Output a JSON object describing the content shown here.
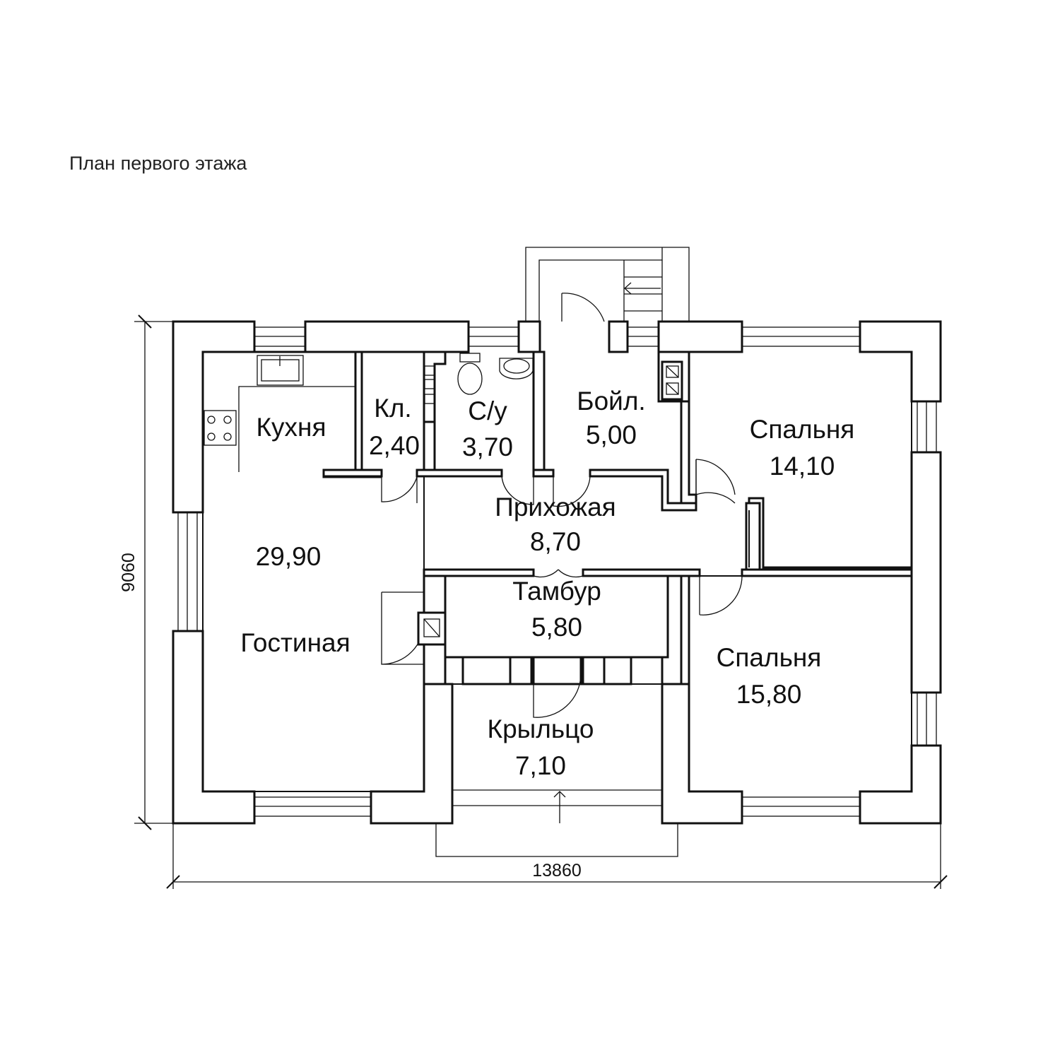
{
  "title": "План первого этажа",
  "dimensions": {
    "width": "13860",
    "height": "9060"
  },
  "rooms": {
    "kitchen": {
      "name": "Кухня"
    },
    "living": {
      "name": "Гостиная",
      "area": "29,90"
    },
    "pantry": {
      "name": "Кл.",
      "area": "2,40"
    },
    "bathroom": {
      "name": "С/у",
      "area": "3,70"
    },
    "boiler": {
      "name": "Бойл.",
      "area": "5,00"
    },
    "hall": {
      "name": "Прихожая",
      "area": "8,70"
    },
    "vestibule": {
      "name": "Тамбур",
      "area": "5,80"
    },
    "porch": {
      "name": "Крыльцо",
      "area": "7,10"
    },
    "bedroom1": {
      "name": "Спальня",
      "area": "14,10"
    },
    "bedroom2": {
      "name": "Спальня",
      "area": "15,80"
    }
  }
}
